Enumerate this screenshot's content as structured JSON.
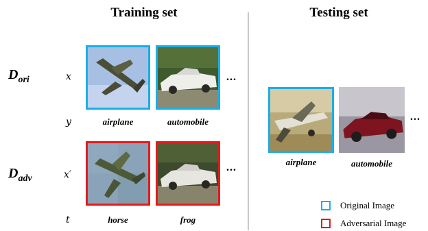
{
  "headings": {
    "train": "Training set",
    "test": "Testing set"
  },
  "rows": {
    "ori": {
      "base": "D",
      "sub": "ori",
      "var": "x",
      "label_var": "y"
    },
    "adv": {
      "base": "D",
      "sub": "adv",
      "var": "x′",
      "label_var": "t"
    }
  },
  "ellipsis": "...",
  "train_labels": {
    "ori": [
      "airplane",
      "automobile"
    ],
    "adv": [
      "horse",
      "frog"
    ]
  },
  "test_labels": [
    "airplane",
    "automobile"
  ],
  "legend": {
    "original": "Original Image",
    "adversarial": "Adversarial Image"
  },
  "colors": {
    "original": "#1aaee8",
    "adversarial": "#e31b1b",
    "divider": "#c8c8c8"
  }
}
